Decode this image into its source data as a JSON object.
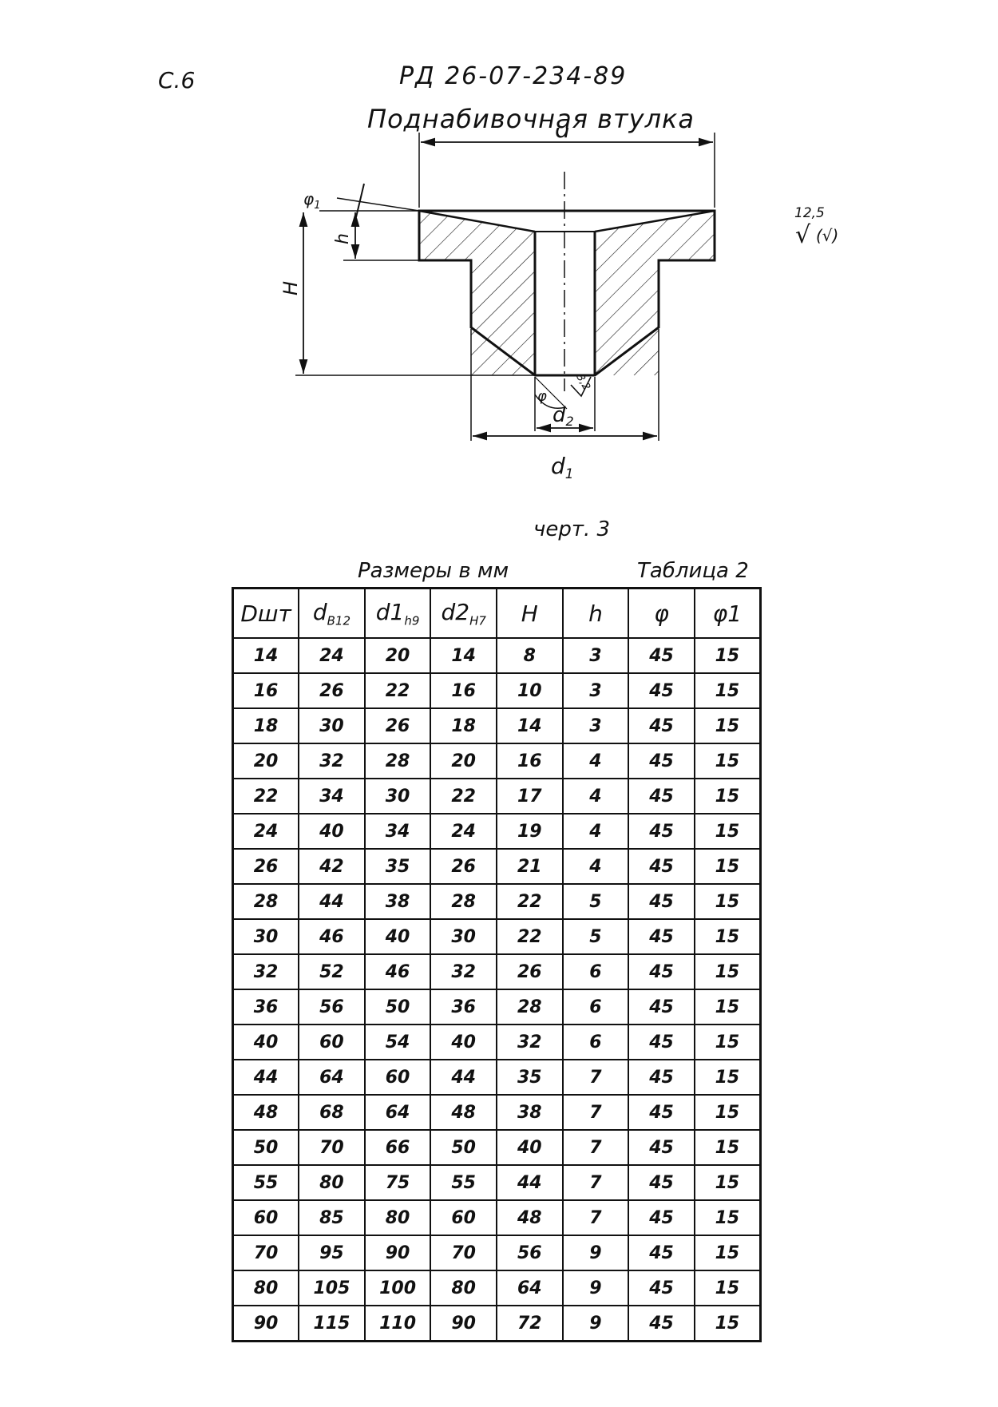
{
  "header": {
    "page_number": "С.6",
    "document_code": "РД 26-07-234-89"
  },
  "drawing": {
    "title": "Поднабивочная втулка",
    "labels": {
      "d": "d",
      "h": "h",
      "H": "H",
      "d1": "d",
      "d1_sub": "1",
      "d2": "d",
      "d2_sub": "2",
      "phi": "φ",
      "phi1": "φ",
      "phi1_sub": "1",
      "local_roughness": "3,2"
    },
    "roughness": {
      "value": "12,5",
      "symbol": "√",
      "suffix": "(√)"
    },
    "caption": "черт. 3"
  },
  "table": {
    "note": "Размеры в мм",
    "label": "Таблица 2",
    "headers": [
      {
        "main": "Dшт",
        "sub": ""
      },
      {
        "main": "d",
        "sub": "B12"
      },
      {
        "main": "d1",
        "sub": "h9"
      },
      {
        "main": "d2",
        "sub": "H7"
      },
      {
        "main": "H",
        "sub": ""
      },
      {
        "main": "h",
        "sub": ""
      },
      {
        "main": "φ",
        "sub": ""
      },
      {
        "main": "φ1",
        "sub": ""
      }
    ],
    "rows": [
      [
        "14",
        "24",
        "20",
        "14",
        "8",
        "3",
        "45",
        "15"
      ],
      [
        "16",
        "26",
        "22",
        "16",
        "10",
        "3",
        "45",
        "15"
      ],
      [
        "18",
        "30",
        "26",
        "18",
        "14",
        "3",
        "45",
        "15"
      ],
      [
        "20",
        "32",
        "28",
        "20",
        "16",
        "4",
        "45",
        "15"
      ],
      [
        "22",
        "34",
        "30",
        "22",
        "17",
        "4",
        "45",
        "15"
      ],
      [
        "24",
        "40",
        "34",
        "24",
        "19",
        "4",
        "45",
        "15"
      ],
      [
        "26",
        "42",
        "35",
        "26",
        "21",
        "4",
        "45",
        "15"
      ],
      [
        "28",
        "44",
        "38",
        "28",
        "22",
        "5",
        "45",
        "15"
      ],
      [
        "30",
        "46",
        "40",
        "30",
        "22",
        "5",
        "45",
        "15"
      ],
      [
        "32",
        "52",
        "46",
        "32",
        "26",
        "6",
        "45",
        "15"
      ],
      [
        "36",
        "56",
        "50",
        "36",
        "28",
        "6",
        "45",
        "15"
      ],
      [
        "40",
        "60",
        "54",
        "40",
        "32",
        "6",
        "45",
        "15"
      ],
      [
        "44",
        "64",
        "60",
        "44",
        "35",
        "7",
        "45",
        "15"
      ],
      [
        "48",
        "68",
        "64",
        "48",
        "38",
        "7",
        "45",
        "15"
      ],
      [
        "50",
        "70",
        "66",
        "50",
        "40",
        "7",
        "45",
        "15"
      ],
      [
        "55",
        "80",
        "75",
        "55",
        "44",
        "7",
        "45",
        "15"
      ],
      [
        "60",
        "85",
        "80",
        "60",
        "48",
        "7",
        "45",
        "15"
      ],
      [
        "70",
        "95",
        "90",
        "70",
        "56",
        "9",
        "45",
        "15"
      ],
      [
        "80",
        "105",
        "100",
        "80",
        "64",
        "9",
        "45",
        "15"
      ],
      [
        "90",
        "115",
        "110",
        "90",
        "72",
        "9",
        "45",
        "15"
      ]
    ]
  }
}
